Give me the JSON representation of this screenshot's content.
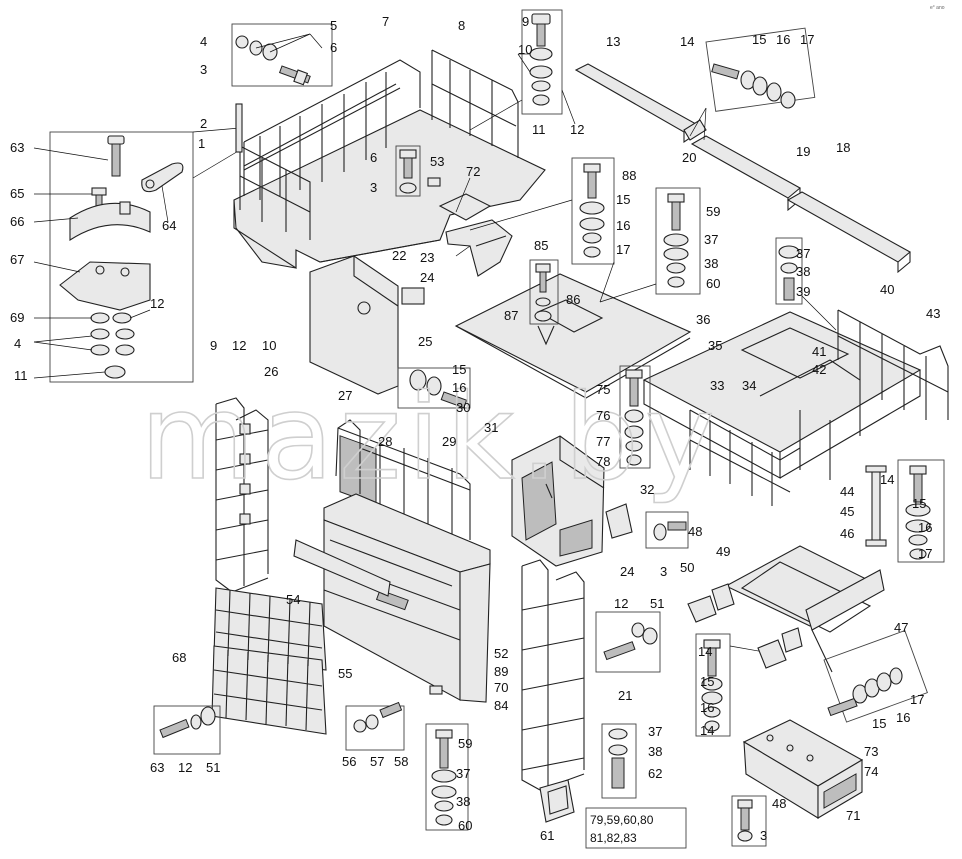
{
  "corner_mark": "e° ano",
  "watermark": "mazik.by",
  "part_numbers": [
    "1",
    "2",
    "3",
    "4",
    "5",
    "6",
    "7",
    "8",
    "9",
    "10",
    "11",
    "12",
    "13",
    "14",
    "15",
    "16",
    "17",
    "18",
    "19",
    "20",
    "21",
    "22",
    "23",
    "24",
    "25",
    "26",
    "27",
    "28",
    "29",
    "30",
    "31",
    "32",
    "33",
    "34",
    "35",
    "36",
    "37",
    "38",
    "39",
    "40",
    "41",
    "42",
    "43",
    "44",
    "45",
    "46",
    "47",
    "48",
    "49",
    "50",
    "51",
    "52",
    "53",
    "54",
    "55",
    "56",
    "57",
    "58",
    "59",
    "60",
    "61",
    "62",
    "63",
    "64",
    "65",
    "66",
    "67",
    "68",
    "69",
    "70",
    "71",
    "72",
    "73",
    "74",
    "75",
    "76",
    "77",
    "78",
    "84",
    "85",
    "86",
    "87",
    "88",
    "89"
  ],
  "kit_labels": [
    "79,59,60,80",
    "81,82,83"
  ]
}
